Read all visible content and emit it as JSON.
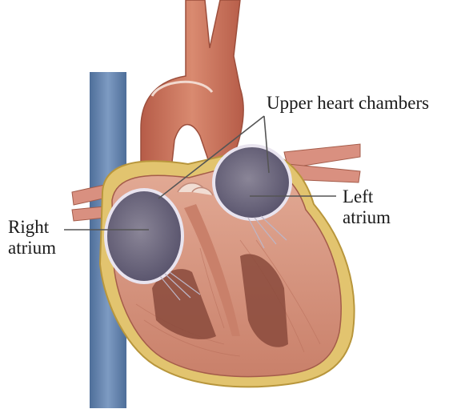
{
  "labels": {
    "upper": "Upper heart chambers",
    "left": [
      "Left",
      "atrium"
    ],
    "right": [
      "Right",
      "atrium"
    ]
  },
  "colors": {
    "vein": "#5f7fa6",
    "aorta": "#c7705a",
    "myocardium": "#d99a86",
    "chamber": "#6f6a7d",
    "fat": "#e2c46f",
    "leader": "#555555"
  }
}
